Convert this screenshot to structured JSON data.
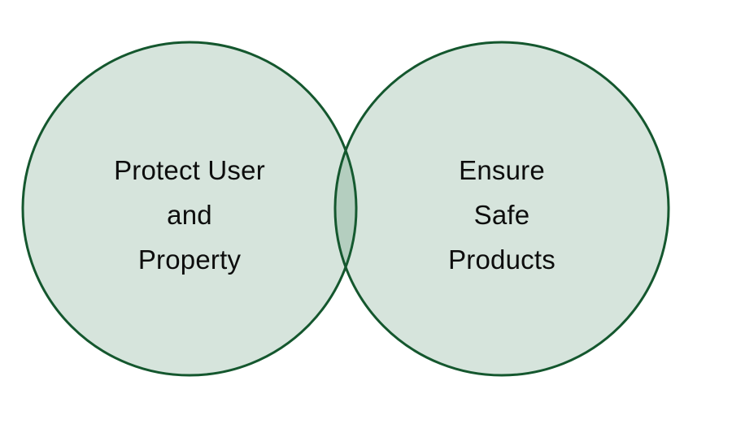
{
  "diagram": {
    "type": "venn",
    "title": "",
    "left_circle": {
      "label": "Protect User\nand\nProperty"
    },
    "right_circle": {
      "label": "Ensure\nSafe\nProducts"
    },
    "colors": {
      "circle_fill": "#1a6b3c",
      "circle_stroke": "#14572e",
      "fill_opacity": "0.18",
      "stroke_width": "3",
      "overlap_appearance": "#b5d3c1",
      "background": "#ffffff",
      "text": "#0d0d0d"
    },
    "geometry": {
      "left_cx": "233",
      "left_cy": "257",
      "right_cx": "617",
      "right_cy": "257",
      "radius": "205"
    }
  }
}
